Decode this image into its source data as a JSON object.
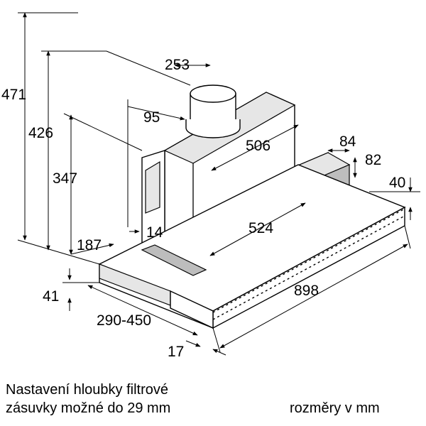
{
  "dimensions": {
    "d471": "471",
    "d426": "426",
    "d347": "347",
    "d253": "253",
    "d95": "95",
    "d506": "506",
    "d84": "84",
    "d82": "82",
    "d40": "40",
    "d524": "524",
    "d14": "14",
    "d187": "187",
    "d41": "41",
    "d898": "898",
    "d290_450": "290-450",
    "d17": "17"
  },
  "notes": {
    "adjustment_line1": "Nastavení hloubky filtrové",
    "adjustment_line2": "zásuvky možné do 29 mm",
    "units": "rozměry v mm"
  }
}
